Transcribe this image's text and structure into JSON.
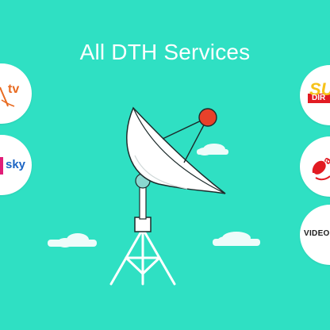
{
  "page": {
    "title": "All DTH Services"
  },
  "colors": {
    "background": "#2fe0c3",
    "white": "#ffffff",
    "orange": "#e86b21",
    "red": "#e21b22",
    "yellow": "#f6c21a",
    "sky_blue": "#1b64c4",
    "sky_magenta": "#e11d78",
    "dark": "#1a1a1a"
  },
  "providers": {
    "left": [
      {
        "label": "tv",
        "logo_icon": "dish-tv-logo-icon"
      },
      {
        "label": "sky",
        "logo_icon": "tata-sky-logo-icon"
      }
    ],
    "right": [
      {
        "label": "SU",
        "sub": "DIR",
        "logo_icon": "sun-direct-logo-icon"
      },
      {
        "label": "a",
        "logo_icon": "airtel-logo-icon"
      },
      {
        "label": "VIDEOC",
        "logo_icon": "videocon-logo-icon"
      }
    ]
  }
}
